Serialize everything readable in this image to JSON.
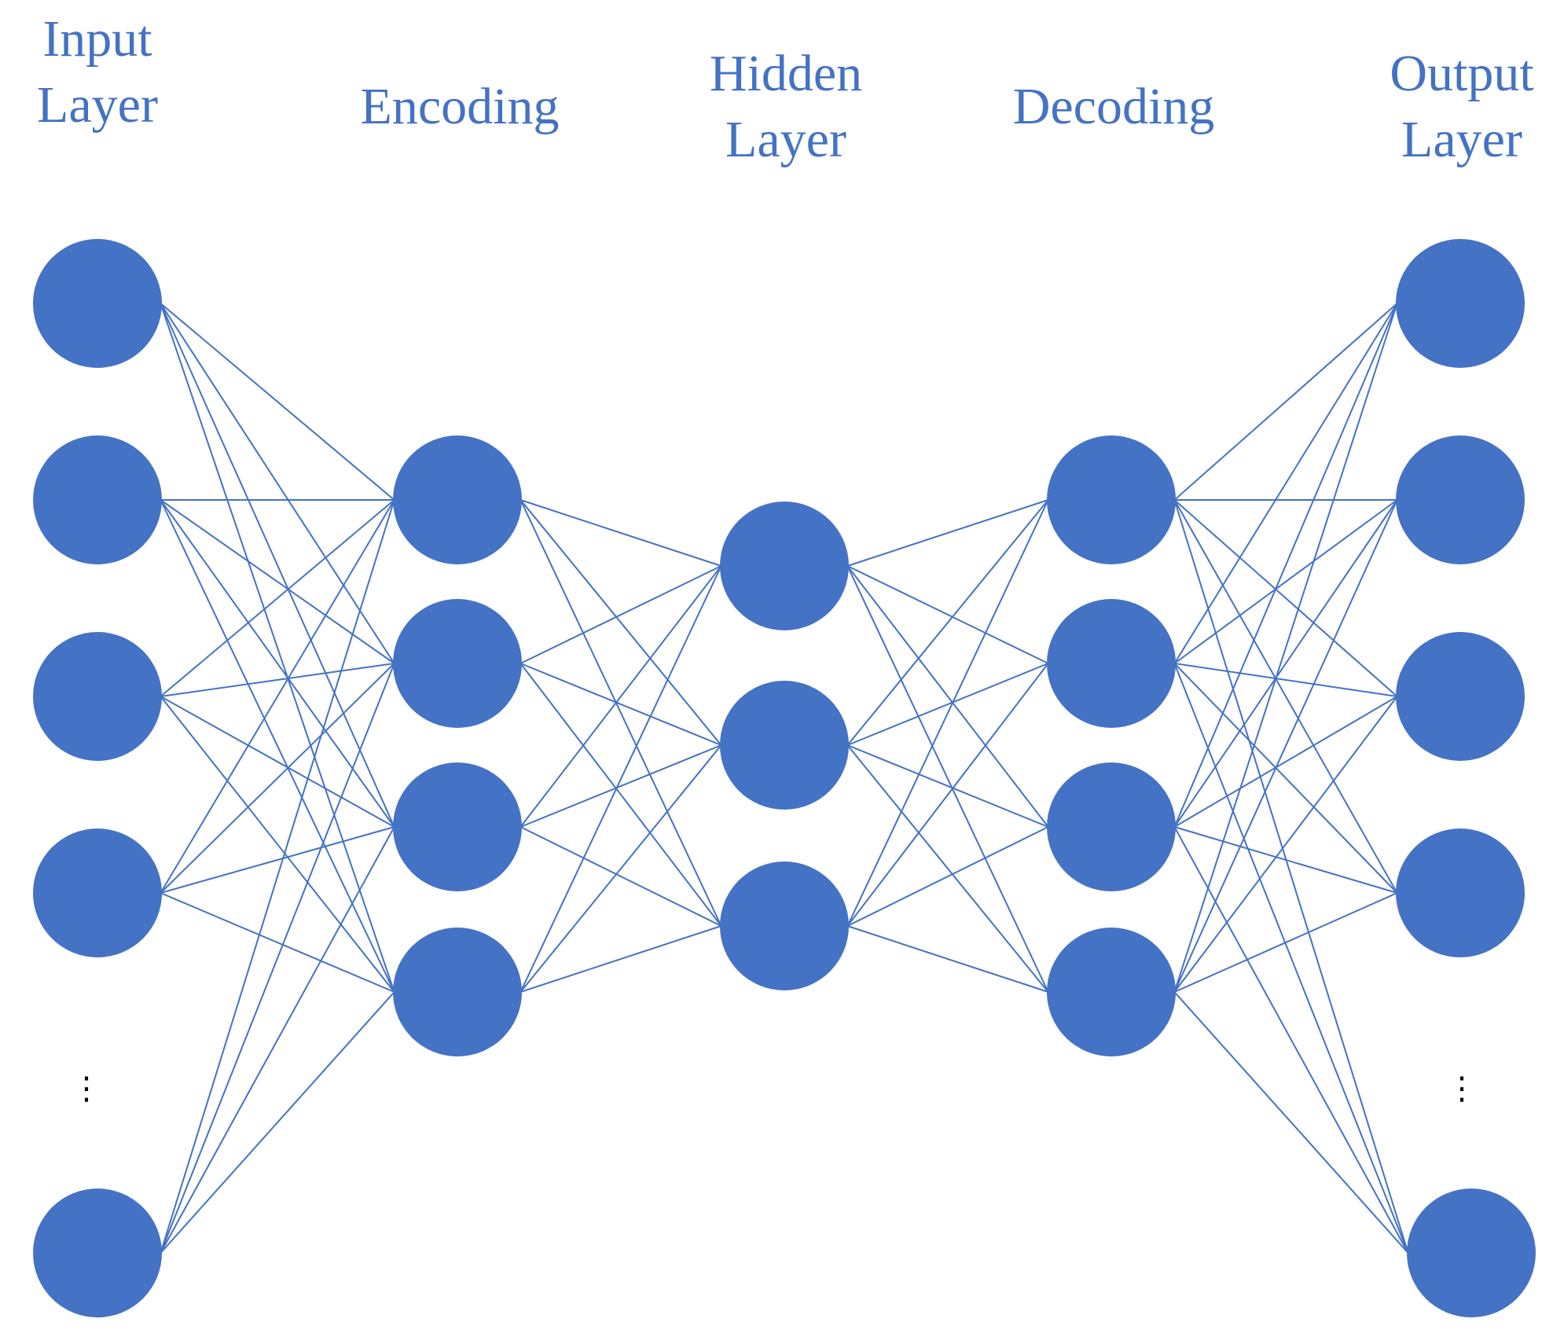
{
  "labels": {
    "input": "Input\nLayer",
    "encoding": "Encoding",
    "hidden": "Hidden\nLayer",
    "decoding": "Decoding",
    "output": "Output\nLayer"
  },
  "ellipsis": "⋮",
  "colors": {
    "node": "#4472c4",
    "edge": "#4472c4",
    "label": "#4472c4",
    "ellipsis": "#000000"
  },
  "layers": [
    {
      "name": "input",
      "neurons": 5
    },
    {
      "name": "encoding",
      "neurons": 4
    },
    {
      "name": "hidden",
      "neurons": 3
    },
    {
      "name": "decoding",
      "neurons": 4
    },
    {
      "name": "output",
      "neurons": 5
    }
  ]
}
